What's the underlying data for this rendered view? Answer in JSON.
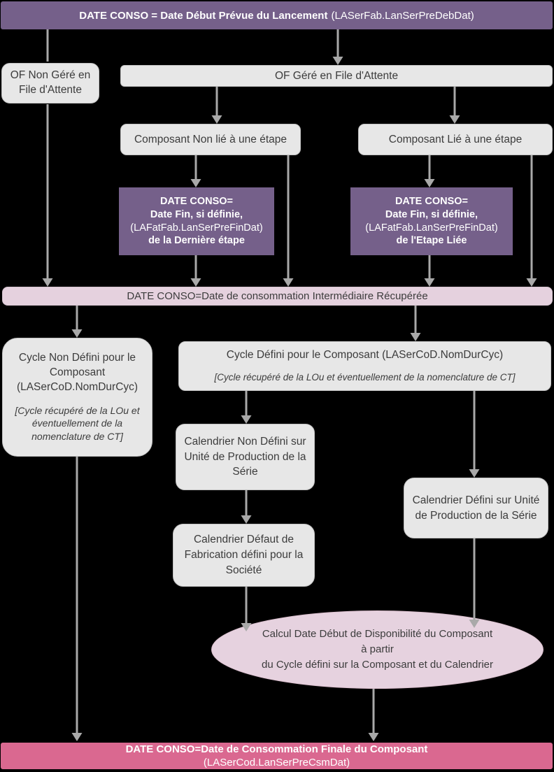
{
  "colors": {
    "background": "#000000",
    "purple": "#75608a",
    "light_pink": "#e5d1de",
    "dark_pink": "#da6890",
    "box_gray": "#e7e7e7",
    "arrow_gray": "#a9a9a9"
  },
  "nodes": {
    "top_banner": {
      "title_bold": "DATE CONSO = Date Début Prévue du Lancement",
      "title_ref": "(LASerFab.LanSerPreDebDat)"
    },
    "of_non_gere": {
      "label": "OF Non Géré en File d'Attente"
    },
    "of_gere": {
      "label": "OF Géré en File d'Attente"
    },
    "composant_non_lie": {
      "label": "Composant Non lié à une étape"
    },
    "composant_lie": {
      "label": "Composant Lié à une étape"
    },
    "date_fin_derniere_etape": {
      "line1": "DATE CONSO=",
      "line2": "Date Fin, si définie,",
      "line3": "(LAFatFab.LanSerPreFinDat)",
      "line4": "de la Dernière étape"
    },
    "date_fin_etape_liee": {
      "line1": "DATE CONSO=",
      "line2": "Date Fin, si définie,",
      "line3": "(LAFatFab.LanSerPreFinDat)",
      "line4": "de l'Etape Liée"
    },
    "conso_intermediaire": {
      "label": "DATE CONSO=Date de consommation Intermédiaire Récupérée"
    },
    "cycle_non_defini": {
      "main": "Cycle Non Défini pour le Composant (LASerCoD.NomDurCyc)",
      "note": "[Cycle récupéré de la LOu et éventuellement de la nomenclature de CT]"
    },
    "cycle_defini": {
      "main": "Cycle Défini pour le Composant (LASerCoD.NomDurCyc)",
      "note": "[Cycle récupéré de la LOu et éventuellement de la nomenclature de CT]"
    },
    "calendrier_non_defini": {
      "label": "Calendrier Non Défini sur Unité de Production de la Série"
    },
    "calendrier_defini": {
      "label": "Calendrier Défini sur Unité de Production de la Série"
    },
    "calendrier_defaut": {
      "label": "Calendrier Défaut de Fabrication défini pour la Société"
    },
    "calcul_disponibilite": {
      "line1": "Calcul Date Début de Disponibilité du Composant",
      "line2": "à partir",
      "line3": "du Cycle défini sur la Composant et du Calendrier"
    },
    "conso_finale": {
      "line1": "DATE CONSO=Date de Consommation Finale du Composant",
      "line2": "(LASerCod.LanSerPreCsmDat)"
    }
  }
}
